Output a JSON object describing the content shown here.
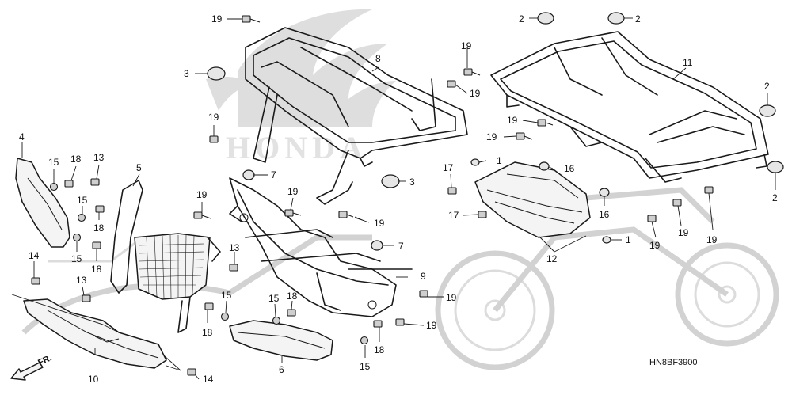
{
  "diagram": {
    "drawing_code": "HN8BF3900",
    "direction_label": "FR.",
    "callouts": [
      {
        "id": "c19a",
        "num": "19"
      },
      {
        "id": "c8",
        "num": "8"
      },
      {
        "id": "c3a",
        "num": "3"
      },
      {
        "id": "c19b",
        "num": "19"
      },
      {
        "id": "c4",
        "num": "4"
      },
      {
        "id": "c15a",
        "num": "15"
      },
      {
        "id": "c18a",
        "num": "18"
      },
      {
        "id": "c13a",
        "num": "13"
      },
      {
        "id": "c5",
        "num": "5"
      },
      {
        "id": "c15b",
        "num": "15"
      },
      {
        "id": "c18b",
        "num": "18"
      },
      {
        "id": "c15c",
        "num": "15"
      },
      {
        "id": "c18c",
        "num": "18"
      },
      {
        "id": "c14a",
        "num": "14"
      },
      {
        "id": "c13b",
        "num": "13"
      },
      {
        "id": "c10",
        "num": "10"
      },
      {
        "id": "c14b",
        "num": "14"
      },
      {
        "id": "c7a",
        "num": "7"
      },
      {
        "id": "c19c",
        "num": "19"
      },
      {
        "id": "c19d",
        "num": "19"
      },
      {
        "id": "c19e",
        "num": "19"
      },
      {
        "id": "c3b",
        "num": "3"
      },
      {
        "id": "c13c",
        "num": "13"
      },
      {
        "id": "c15d",
        "num": "15"
      },
      {
        "id": "c18d",
        "num": "18"
      },
      {
        "id": "c15e",
        "num": "15"
      },
      {
        "id": "c18e",
        "num": "18"
      },
      {
        "id": "c6",
        "num": "6"
      },
      {
        "id": "c7b",
        "num": "7"
      },
      {
        "id": "c9",
        "num": "9"
      },
      {
        "id": "c19f",
        "num": "19"
      },
      {
        "id": "c19g",
        "num": "19"
      },
      {
        "id": "c18f",
        "num": "18"
      },
      {
        "id": "c15f",
        "num": "15"
      },
      {
        "id": "c19h",
        "num": "19"
      },
      {
        "id": "c19i",
        "num": "19"
      },
      {
        "id": "c2a",
        "num": "2"
      },
      {
        "id": "c2b",
        "num": "2"
      },
      {
        "id": "c11",
        "num": "11"
      },
      {
        "id": "c2c",
        "num": "2"
      },
      {
        "id": "c19j",
        "num": "19"
      },
      {
        "id": "c19k",
        "num": "19"
      },
      {
        "id": "c17a",
        "num": "17"
      },
      {
        "id": "c1a",
        "num": "1"
      },
      {
        "id": "c16a",
        "num": "16"
      },
      {
        "id": "c17b",
        "num": "17"
      },
      {
        "id": "c16b",
        "num": "16"
      },
      {
        "id": "c12",
        "num": "12"
      },
      {
        "id": "c1b",
        "num": "1"
      },
      {
        "id": "c19l",
        "num": "19"
      },
      {
        "id": "c19m",
        "num": "19"
      },
      {
        "id": "c19n",
        "num": "19"
      },
      {
        "id": "c2d",
        "num": "2"
      }
    ]
  }
}
